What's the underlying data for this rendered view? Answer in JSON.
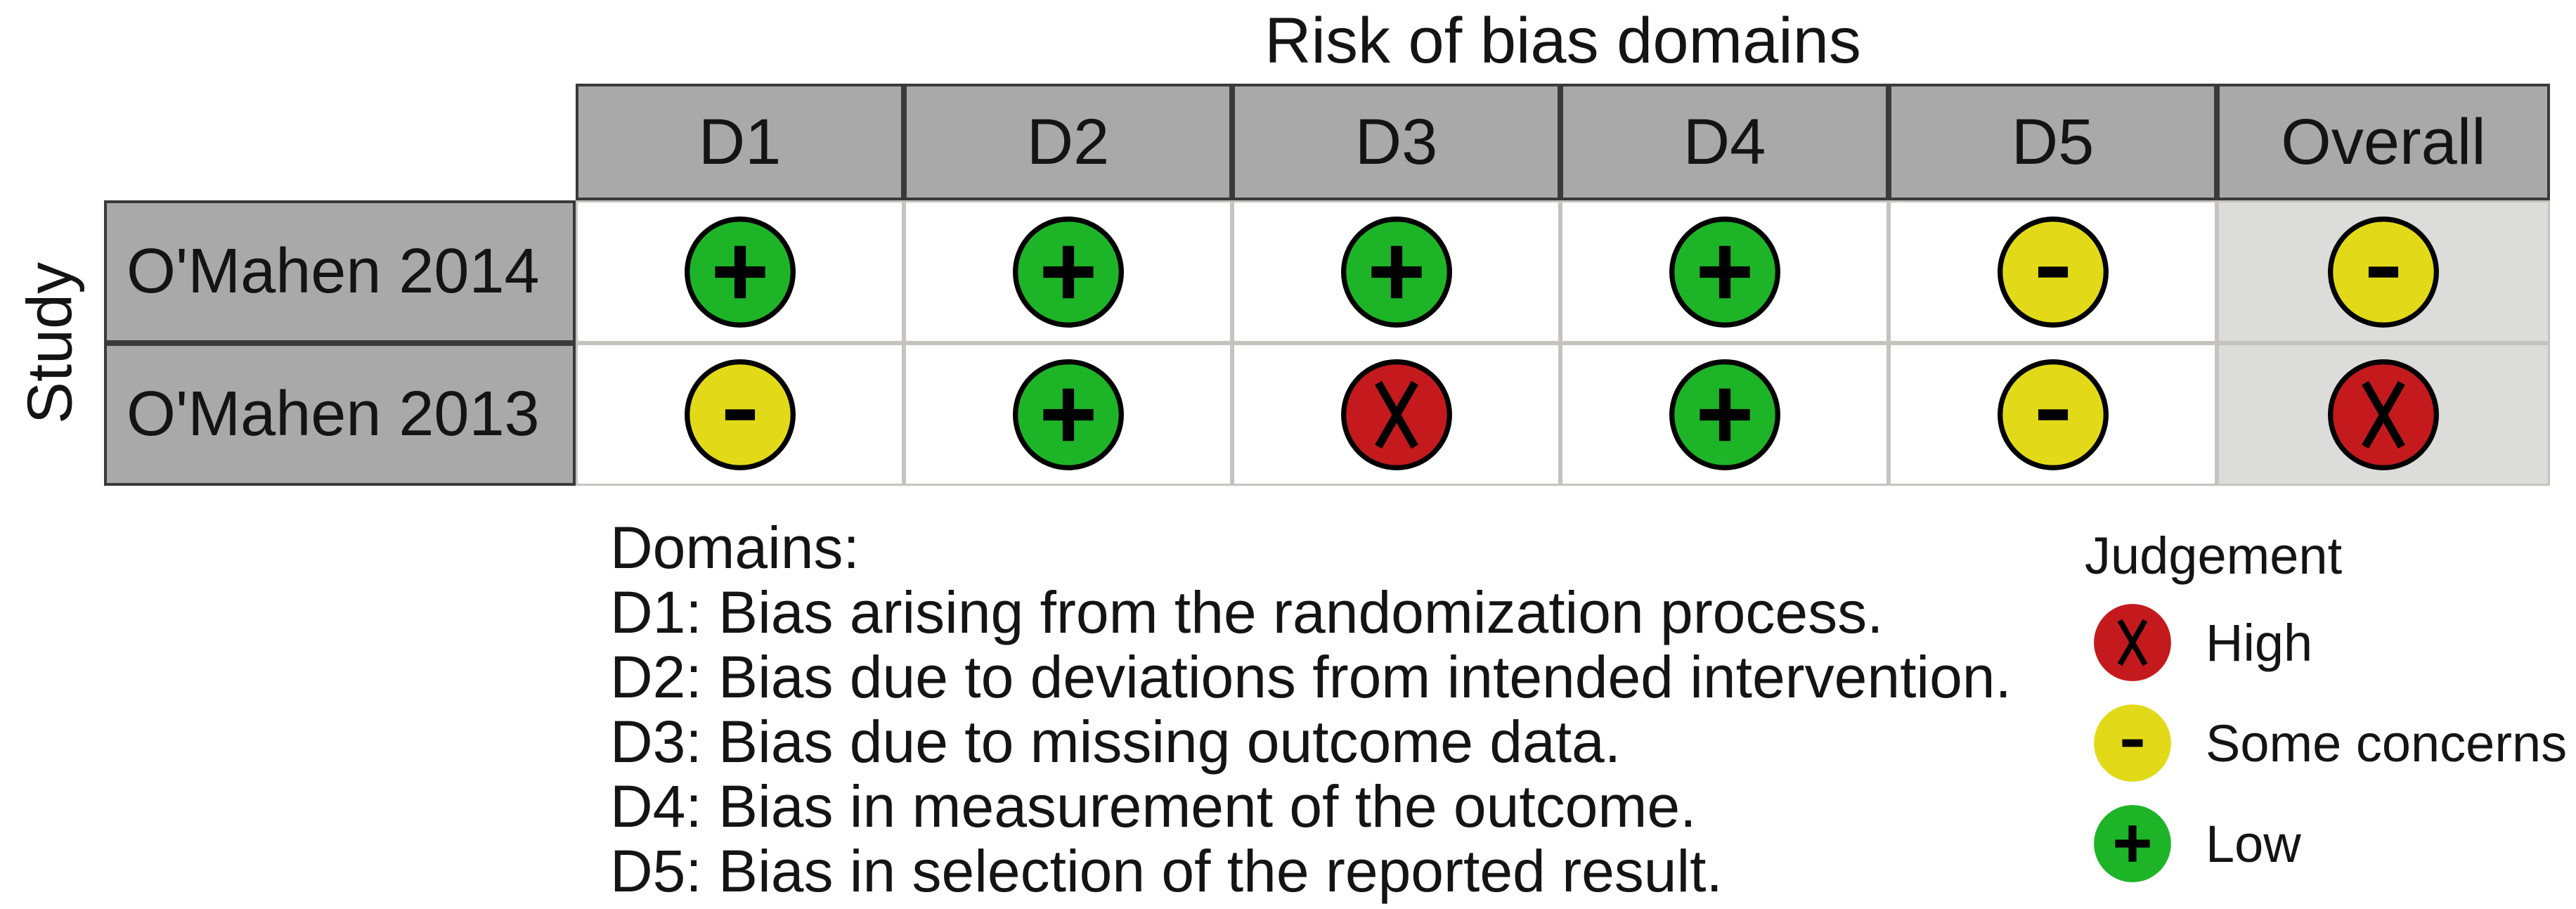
{
  "title": "Risk of bias domains",
  "y_axis_label": "Study",
  "columns": [
    "D1",
    "D2",
    "D3",
    "D4",
    "D5",
    "Overall"
  ],
  "rows": [
    {
      "study": "O'Mahen 2014",
      "judgements": [
        "low",
        "low",
        "low",
        "low",
        "some_concerns",
        "some_concerns"
      ]
    },
    {
      "study": "O'Mahen 2013",
      "judgements": [
        "some_concerns",
        "low",
        "high",
        "low",
        "some_concerns",
        "high"
      ]
    }
  ],
  "judgement_symbols": {
    "low": "+",
    "some_concerns": "-",
    "high": "x"
  },
  "domains_note": {
    "heading": "Domains:",
    "items": [
      "D1: Bias arising from the randomization process.",
      "D2: Bias due to deviations from intended intervention.",
      "D3: Bias due to missing outcome data.",
      "D4: Bias in measurement of the outcome.",
      "D5: Bias in selection of the reported result."
    ]
  },
  "legend": {
    "heading": "Judgement",
    "items": [
      {
        "judgement": "high",
        "label": "High"
      },
      {
        "judgement": "some_concerns",
        "label": "Some concerns"
      },
      {
        "judgement": "low",
        "label": "Low"
      }
    ]
  },
  "style": {
    "colors": {
      "low": "#1EB428",
      "some_concerns": "#E2DA18",
      "high": "#C41A1E",
      "header_bg": "#A9A9A9",
      "overall_bg": "#DCDCDA",
      "grid_light": "#C6C3BE",
      "grid_dark": "#3A3A3A",
      "symbol": "#000000",
      "text": "#141414",
      "background": "#FFFFFF"
    }
  },
  "chart_data": {
    "type": "table",
    "title": "Risk of bias domains",
    "x_label": "",
    "y_label": "Study",
    "columns": [
      "D1",
      "D2",
      "D3",
      "D4",
      "D5",
      "Overall"
    ],
    "column_descriptions": [
      "D1: Bias arising from the randomization process.",
      "D2: Bias due to deviations from intended intervention.",
      "D3: Bias due to missing outcome data.",
      "D4: Bias in measurement of the outcome.",
      "D5: Bias in selection of the reported result."
    ],
    "rows": [
      {
        "study": "O'Mahen 2014",
        "judgements": [
          "Low",
          "Low",
          "Low",
          "Low",
          "Some concerns",
          "Some concerns"
        ]
      },
      {
        "study": "O'Mahen 2013",
        "judgements": [
          "Some concerns",
          "Low",
          "High",
          "Low",
          "Some concerns",
          "High"
        ]
      }
    ],
    "legend": [
      {
        "label": "High",
        "symbol": "x",
        "color": "#C41A1E"
      },
      {
        "label": "Some concerns",
        "symbol": "-",
        "color": "#E2DA18"
      },
      {
        "label": "Low",
        "symbol": "+",
        "color": "#1EB428"
      }
    ],
    "legend_position": "bottom-right",
    "grid": "on"
  }
}
